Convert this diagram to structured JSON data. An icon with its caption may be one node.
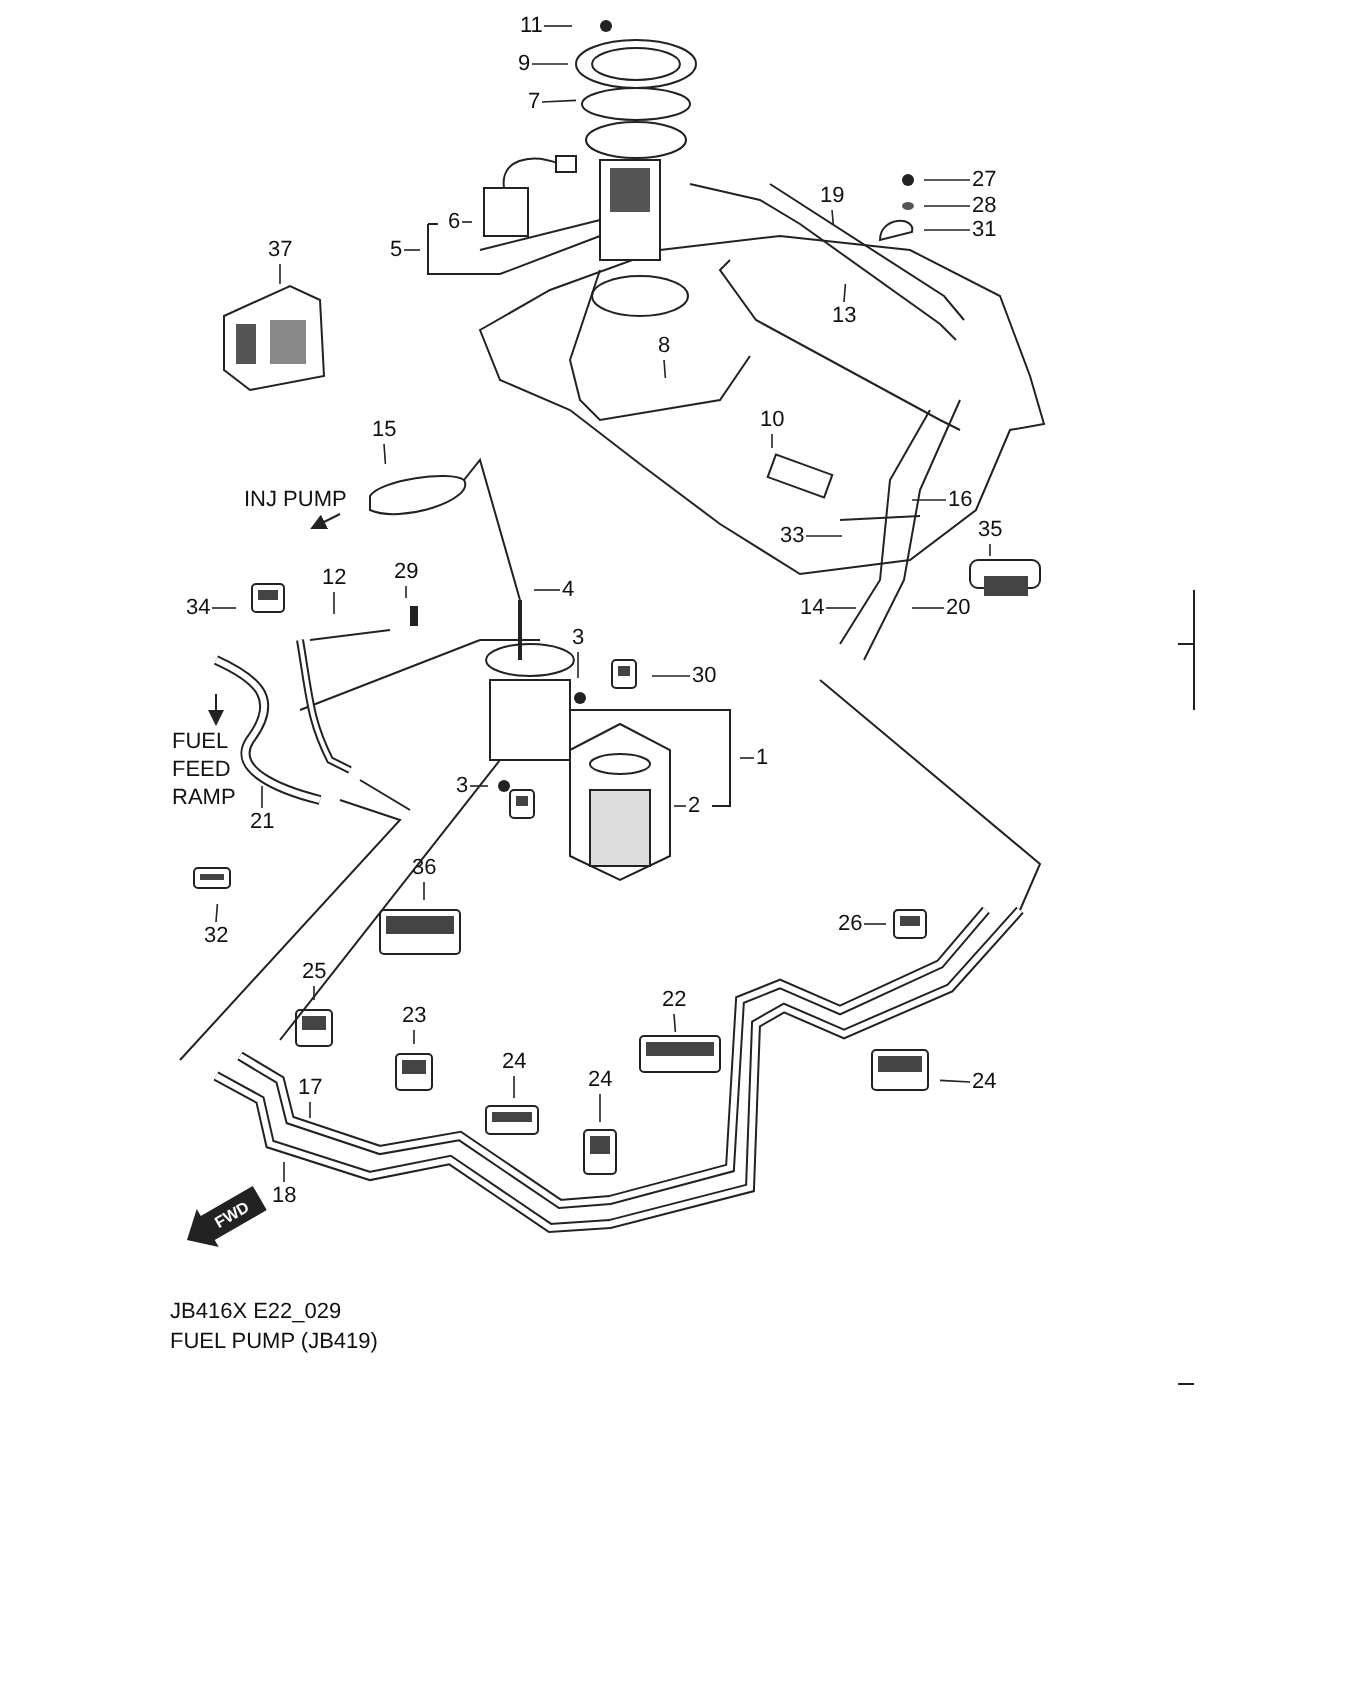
{
  "diagram": {
    "nodes": [
      {
        "text": [
          "11"
        ]
      },
      {
        "text": [
          "9"
        ]
      },
      {
        "text": [
          "7"
        ]
      },
      {
        "text": [
          "27"
        ]
      },
      {
        "text": [
          "19"
        ]
      },
      {
        "text": [
          "28"
        ]
      },
      {
        "text": [
          "6"
        ]
      },
      {
        "text": [
          "31"
        ]
      },
      {
        "text": [
          "5"
        ]
      },
      {
        "text": [
          "37"
        ]
      },
      {
        "text": [
          "13"
        ]
      },
      {
        "text": [
          "8"
        ]
      },
      {
        "text": [
          "10"
        ]
      },
      {
        "text": [
          "15"
        ]
      },
      {
        "text": [
          "16"
        ]
      },
      {
        "text": [
          "33"
        ]
      },
      {
        "text": [
          "35"
        ]
      },
      {
        "text": [
          "29"
        ]
      },
      {
        "text": [
          "12"
        ]
      },
      {
        "text": [
          "4"
        ]
      },
      {
        "text": [
          "34"
        ]
      },
      {
        "text": [
          "14"
        ]
      },
      {
        "text": [
          "20"
        ]
      },
      {
        "text": [
          "3"
        ]
      },
      {
        "text": [
          "30"
        ]
      },
      {
        "text": [
          "1"
        ]
      },
      {
        "text": [
          "2"
        ]
      },
      {
        "text": [
          "3"
        ]
      },
      {
        "text": [
          "21"
        ]
      },
      {
        "text": [
          "32"
        ]
      },
      {
        "text": [
          "36"
        ]
      },
      {
        "text": [
          "26"
        ]
      },
      {
        "text": [
          "25"
        ]
      },
      {
        "text": [
          "22"
        ]
      },
      {
        "text": [
          "23"
        ]
      },
      {
        "text": [
          "24"
        ]
      },
      {
        "text": [
          "24"
        ]
      },
      {
        "text": [
          "24"
        ]
      },
      {
        "text": [
          "17"
        ]
      },
      {
        "text": [
          "18"
        ]
      }
    ],
    "edges": [
      {
        "from": 0,
        "to": null,
        "arrow": "none"
      },
      {
        "from": 1,
        "to": null,
        "arrow": "none"
      },
      {
        "from": 2,
        "to": null,
        "arrow": "none"
      },
      {
        "from": 3,
        "to": null,
        "arrow": "none"
      },
      {
        "from": 4,
        "to": null,
        "arrow": "none"
      },
      {
        "from": 5,
        "to": null,
        "arrow": "none"
      },
      {
        "from": 6,
        "to": null,
        "arrow": "none"
      },
      {
        "from": 7,
        "to": null,
        "arrow": "none"
      },
      {
        "from": 8,
        "to": null,
        "arrow": "none"
      },
      {
        "from": 9,
        "to": null,
        "arrow": "none"
      },
      {
        "from": 10,
        "to": null,
        "arrow": "none"
      },
      {
        "from": 11,
        "to": null,
        "arrow": "none"
      },
      {
        "from": 12,
        "to": null,
        "arrow": "none"
      },
      {
        "from": 13,
        "to": null,
        "arrow": "none"
      },
      {
        "from": 14,
        "to": null,
        "arrow": "none"
      },
      {
        "from": 15,
        "to": null,
        "arrow": "none"
      },
      {
        "from": 16,
        "to": null,
        "arrow": "none"
      },
      {
        "from": 17,
        "to": null,
        "arrow": "none"
      },
      {
        "from": 18,
        "to": null,
        "arrow": "none"
      },
      {
        "from": 19,
        "to": null,
        "arrow": "none"
      },
      {
        "from": 20,
        "to": null,
        "arrow": "none"
      },
      {
        "from": 21,
        "to": null,
        "arrow": "none"
      },
      {
        "from": 22,
        "to": null,
        "arrow": "none"
      },
      {
        "from": 23,
        "to": null,
        "arrow": "none"
      },
      {
        "from": 24,
        "to": null,
        "arrow": "none"
      },
      {
        "from": 25,
        "to": null,
        "arrow": "none"
      },
      {
        "from": 26,
        "to": null,
        "arrow": "none"
      },
      {
        "from": 27,
        "to": null,
        "arrow": "none"
      },
      {
        "from": 28,
        "to": null,
        "arrow": "none"
      },
      {
        "from": 29,
        "to": null,
        "arrow": "none"
      },
      {
        "from": 30,
        "to": null,
        "arrow": "none"
      },
      {
        "from": 31,
        "to": null,
        "arrow": "none"
      },
      {
        "from": 32,
        "to": null,
        "arrow": "none"
      },
      {
        "from": 33,
        "to": null,
        "arrow": "none"
      },
      {
        "from": 34,
        "to": null,
        "arrow": "none"
      },
      {
        "from": 35,
        "to": null,
        "arrow": "none"
      },
      {
        "from": 36,
        "to": null,
        "arrow": "none"
      },
      {
        "from": 37,
        "to": null,
        "arrow": "none"
      },
      {
        "from": 38,
        "to": null,
        "arrow": "none"
      },
      {
        "from": 39,
        "to": null,
        "arrow": "none"
      }
    ],
    "labels": [
      "INJ PUMP",
      "FUEL FEED RAMP",
      "FWD",
      "JB416X E22_029",
      "FUEL PUMP (JB419)"
    ]
  }
}
